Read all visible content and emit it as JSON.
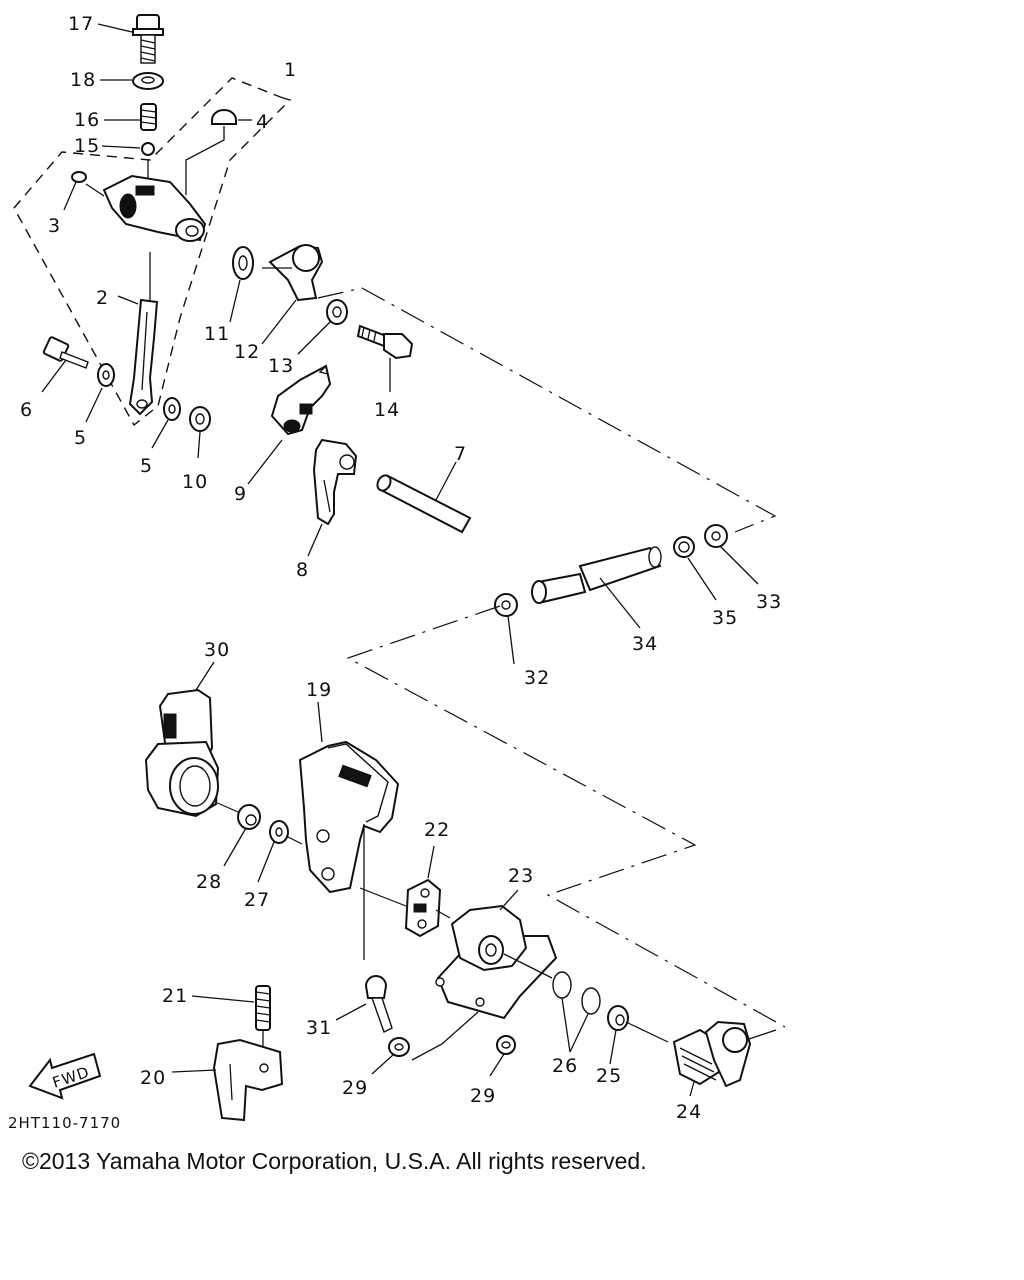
{
  "diagram": {
    "fwd_label": "FWD",
    "part_code": "2HT110-7170",
    "callouts": [
      "1",
      "2",
      "3",
      "4",
      "5",
      "5",
      "6",
      "7",
      "8",
      "9",
      "10",
      "11",
      "12",
      "13",
      "14",
      "15",
      "16",
      "17",
      "18",
      "19",
      "20",
      "21",
      "22",
      "23",
      "24",
      "25",
      "26",
      "27",
      "28",
      "29",
      "29",
      "30",
      "31",
      "32",
      "33",
      "34",
      "35"
    ]
  },
  "footer": {
    "copyright": "©2013 Yamaha Motor Corporation, U.S.A. All rights reserved."
  }
}
